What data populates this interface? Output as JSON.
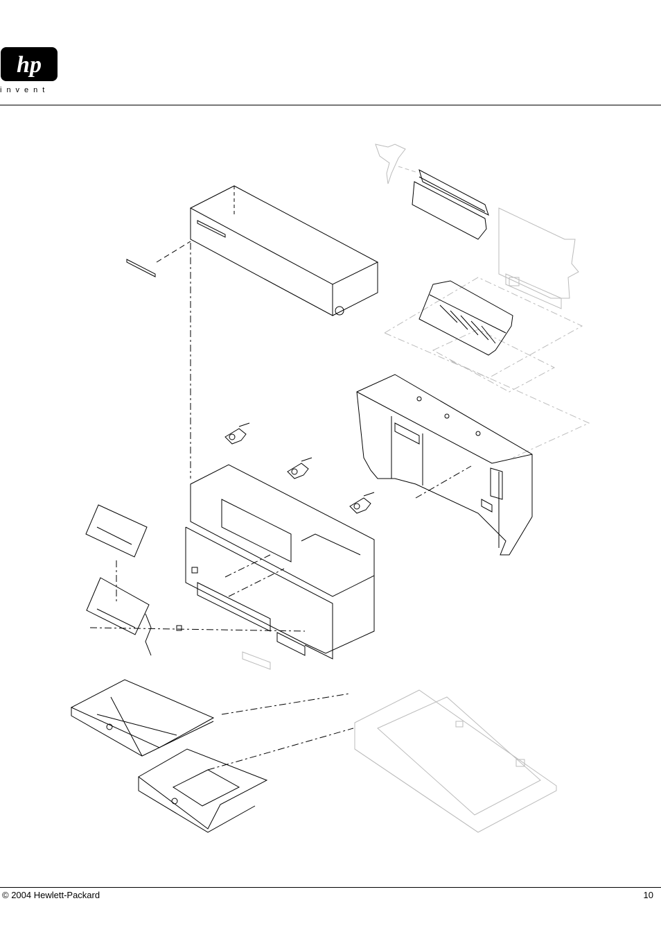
{
  "logo": {
    "wordmark": "hp",
    "tagline": "invent",
    "registered": "®"
  },
  "footer": {
    "copyright": "© 2004 Hewlett-Packard",
    "page_number": "10"
  }
}
